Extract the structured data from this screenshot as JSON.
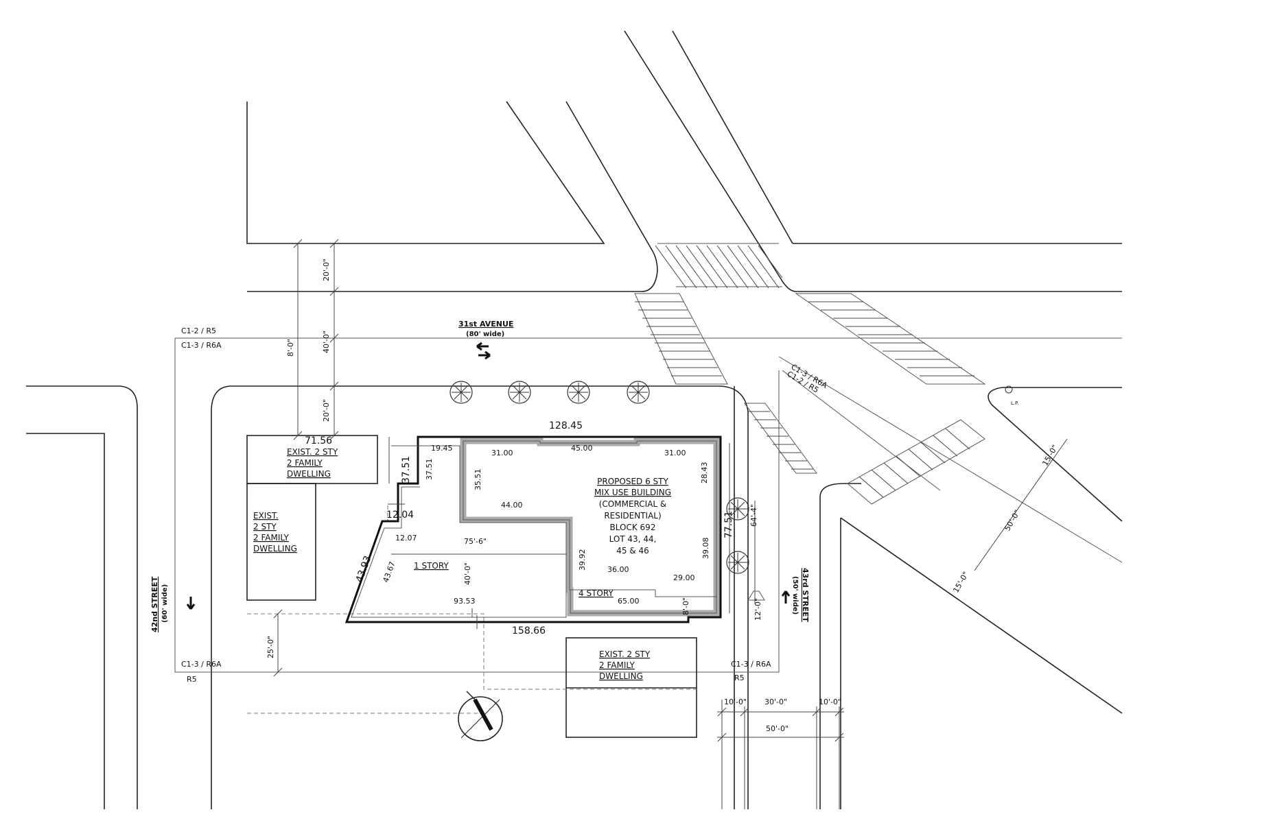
{
  "streets": {
    "avenue_name": "31st  AVENUE",
    "avenue_width": "(80' wide)",
    "west_name": "42nd STREET",
    "west_width": "(60' wide)",
    "east_name": "43rd  STREET",
    "east_width": "(50' wide)"
  },
  "zoning": {
    "nw_top": "C1-2 / R5",
    "nw_bottom": "C1-3 / R6A",
    "ne_top": "C1-3 / R6A",
    "ne_bottom": "C1-2 / R5",
    "sw_top": "C1-3 / R6A",
    "sw_bottom": "R5",
    "se_top": "C1-3 / R6A",
    "se_bottom": "R5"
  },
  "buildings": {
    "exist_a": [
      "EXIST. 2 STY",
      "2 FAMILY",
      "DWELLING"
    ],
    "exist_b": [
      "EXIST.",
      "2 STY",
      "2 FAMILY",
      "DWELLING"
    ],
    "exist_c": [
      "EXIST. 2 STY",
      "2 FAMILY",
      "DWELLING"
    ],
    "proposed": [
      "PROPOSED 6 STY",
      "MIX USE BUILDING",
      "(COMMERCIAL &",
      "RESIDENTIAL)",
      "BLOCK 692",
      "LOT 43, 44,",
      "45 & 46"
    ],
    "one_story": "1 STORY",
    "four_story": "4 STORY"
  },
  "dimensions": {
    "d_20a": "20'-0\"",
    "d_40": "40'-0\"",
    "d_80": "8'-0\"",
    "d_20b": "20'-0\"",
    "d_7156": "71.56",
    "d_12845": "128.45",
    "d_3751_outer": "37.51",
    "d_3751_inner": "37.51",
    "d_1945": "19.45",
    "d_3100_a": "31.00",
    "d_4500": "45.00",
    "d_3100_b": "31.00",
    "d_3551": "35.51",
    "d_2843": "28.43",
    "d_4400": "44.00",
    "d_1204": "12.04",
    "d_1207": "12.07",
    "d_756": "75'-6\"",
    "d_4393": "43.93",
    "d_4367": "43.67",
    "d_400": "40'-0\"",
    "d_3992": "39.92",
    "d_3600": "36.00",
    "d_3908": "39.08",
    "d_7751": "77.51",
    "d_2900": "29.00",
    "d_6500": "65.00",
    "d_9353": "93.53",
    "d_15866": "158.66",
    "d_644": "64'-4\"",
    "d_120": "12'-0\"",
    "d_250": "25'-0\"",
    "d_10a": "10'-0\"",
    "d_30": "30'-0\"",
    "d_10b": "10'-0\"",
    "d_50": "50'-0\"",
    "d_15a": "15'-0\"",
    "d_50b": "50'-0\"",
    "d_15b": "15'-0\""
  },
  "misc": {
    "lamp_post": "L.P."
  }
}
